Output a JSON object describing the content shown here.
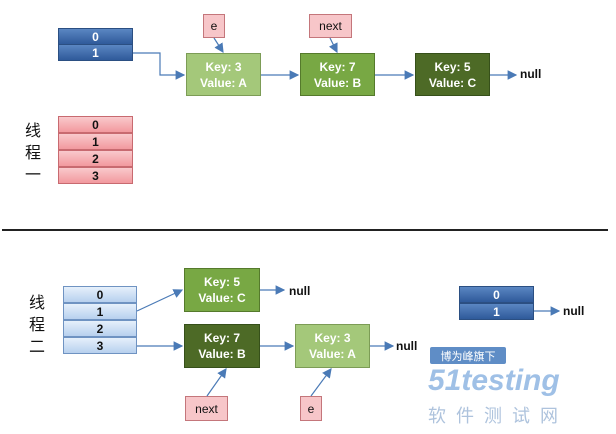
{
  "top": {
    "array_dark": [
      "0",
      "1"
    ],
    "array_pink": [
      "0",
      "1",
      "2",
      "3"
    ],
    "thread_label": [
      "线",
      "程",
      "一"
    ],
    "tags": {
      "e": "e",
      "next": "next"
    },
    "nodes": [
      {
        "key": "Key: 3",
        "value": "Value: A"
      },
      {
        "key": "Key: 7",
        "value": "Value: B"
      },
      {
        "key": "Key: 5",
        "value": "Value: C"
      }
    ],
    "null_text": "null"
  },
  "bottom": {
    "array_light": [
      "0",
      "1",
      "2",
      "3"
    ],
    "thread_label": [
      "线",
      "程",
      "二"
    ],
    "nodes_row1": [
      {
        "key": "Key: 5",
        "value": "Value: C"
      }
    ],
    "nodes_row2": [
      {
        "key": "Key: 7",
        "value": "Value: B"
      },
      {
        "key": "Key: 3",
        "value": "Value: A"
      }
    ],
    "tags": {
      "next": "next",
      "e": "e"
    },
    "null_text": "null",
    "array_dark": [
      "0",
      "1"
    ],
    "null_right": "null"
  },
  "watermark": {
    "badge": "博为峰旗下",
    "logo": "51testing",
    "sub": "软件测试网"
  }
}
